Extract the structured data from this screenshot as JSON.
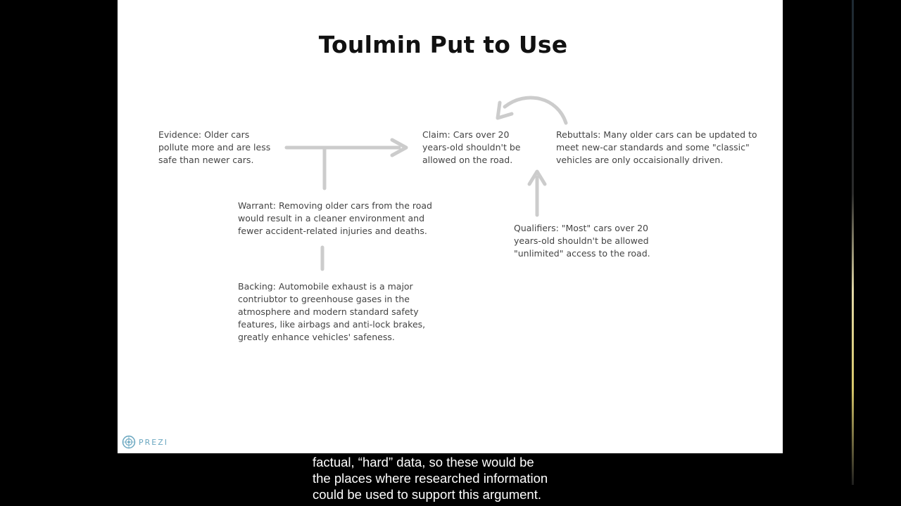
{
  "slide": {
    "title": "Toulmin Put to Use",
    "nodes": {
      "evidence": "Evidence: Older cars\npollute more and are less\nsafe than newer cars.",
      "claim": "Claim: Cars over 20\nyears-old shouldn't be\nallowed on the road.",
      "rebuttals": "Rebuttals: Many older cars can be updated to\nmeet new-car standards and some \"classic\"\nvehicles are only occaisionally driven.",
      "warrant": "Warrant: Removing older cars from the road\nwould result in a cleaner environment and\nfewer accident-related injuries and deaths.",
      "qualifiers": "Qualifiers: \"Most\" cars over 20\nyears-old shouldn't be allowed\n\"unlimited\" access to the road.",
      "backing": "Backing: Automobile exhaust is a major\ncontriubtor to greenhouse gases in the\natmosphere and modern standard safety\nfeatures, like airbags and anti-lock brakes,\ngreatly enhance vehicles' safeness."
    },
    "connector_color": "#cccccc",
    "logo": {
      "text": "PREZI",
      "color": "#6aa7c0"
    }
  },
  "caption": "factual, “hard” data, so these would be\nthe places where researched information\ncould be used to support this argument."
}
